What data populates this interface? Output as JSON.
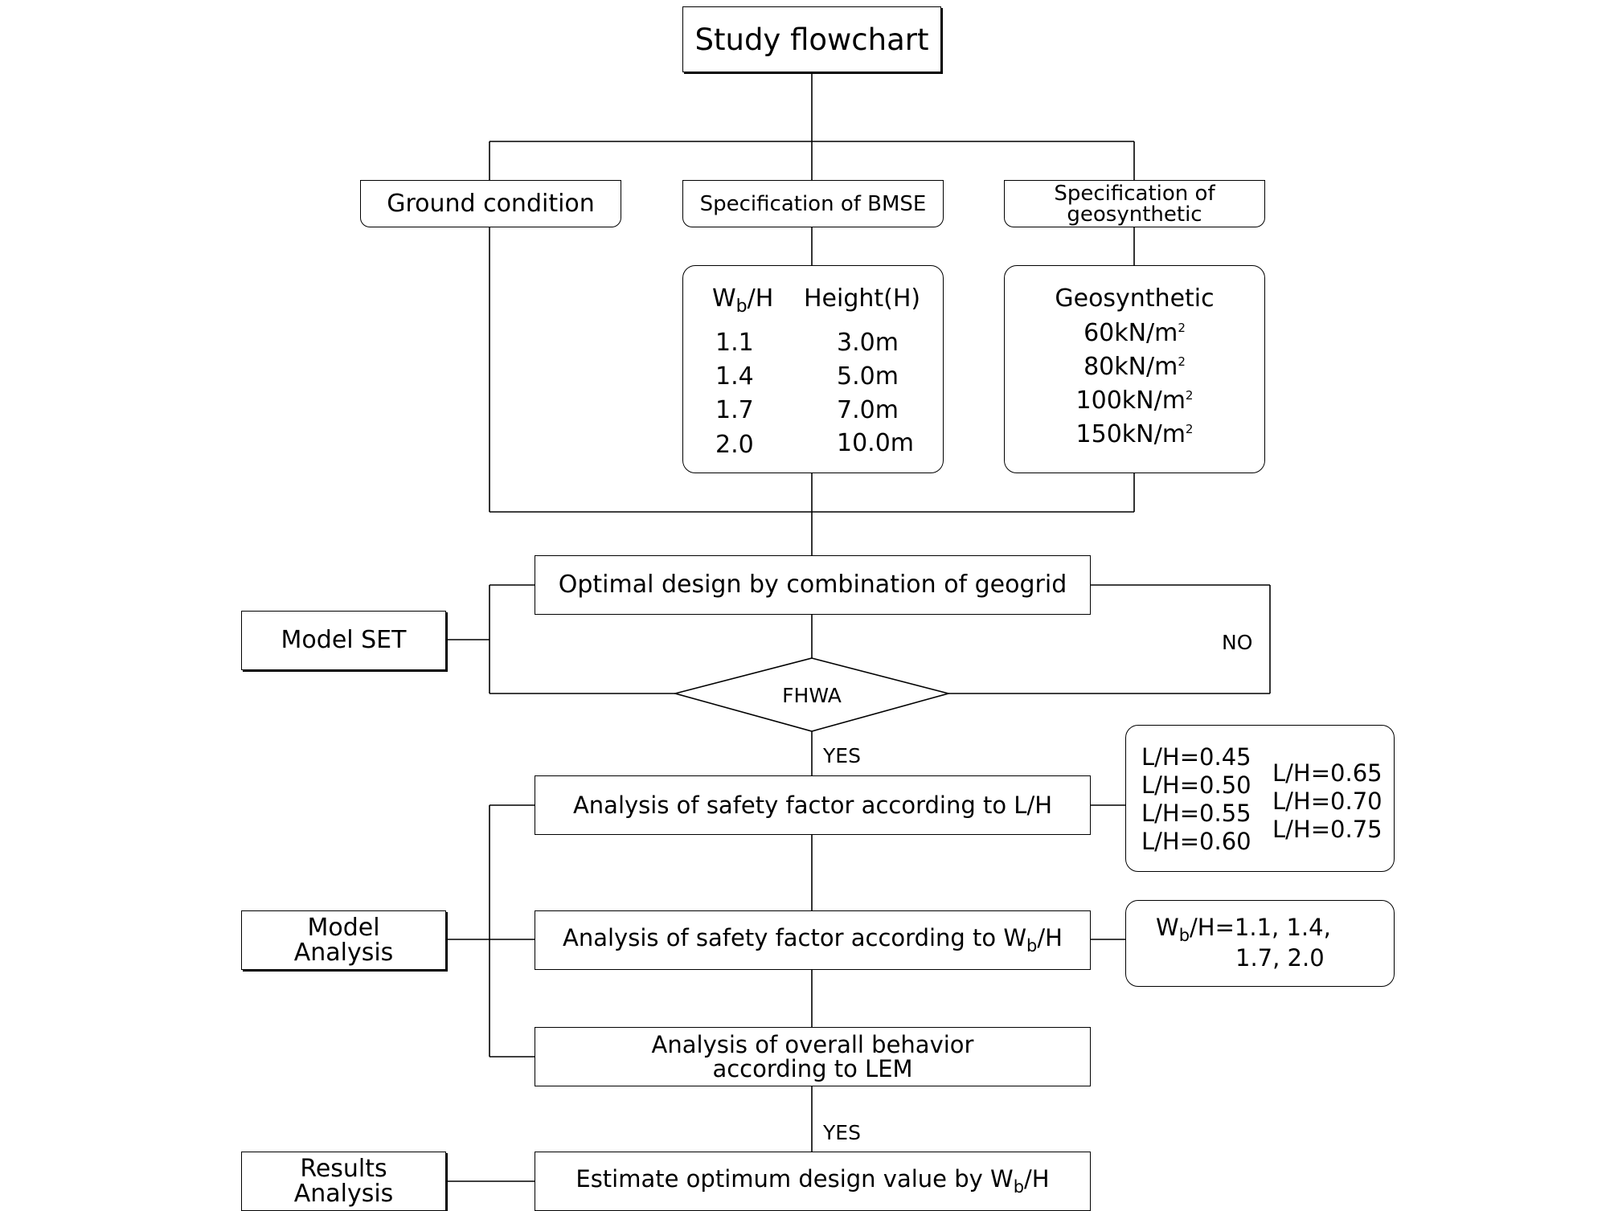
{
  "title": "Study flowchart",
  "inputs": {
    "ground": "Ground condition",
    "bmse": "Specification of BMSE",
    "geo": "Specification of geosynthetic"
  },
  "bmse_detail": {
    "wb_base": "W",
    "wb_sub": "b",
    "wb_tail": "/H",
    "height_header": "Height(H)",
    "ratios": [
      "1.1",
      "1.4",
      "1.7",
      "2.0"
    ],
    "heights": [
      "3.0m",
      "5.0m",
      "7.0m",
      "10.0m"
    ]
  },
  "geo_detail": {
    "header": "Geosynthetic",
    "values": [
      "60kN/m",
      "80kN/m",
      "100kN/m",
      "150kN/m"
    ],
    "unit_sup": "2"
  },
  "optimal_design": "Optimal design by combination of geogrid",
  "decision": "FHWA",
  "no_label": "NO",
  "yes_label": "YES",
  "yes_label_2": "YES",
  "side": {
    "model_set": "Model SET",
    "model_analysis": "Model Analysis",
    "results_analysis": "Results Analysis"
  },
  "analysis_lh": "Analysis of safety factor according to L/H",
  "lh_values_left": [
    "L/H=0.45",
    "L/H=0.50",
    "L/H=0.55",
    "L/H=0.60"
  ],
  "lh_values_right": [
    "L/H=0.65",
    "L/H=0.70",
    "L/H=0.75"
  ],
  "analysis_wb_prefix": "Analysis of safety factor according to W",
  "wb_sub": "b",
  "wb_tail": "/H",
  "wb_values_line1": "=1.1, 1.4,",
  "wb_values_line2": "1.7, 2.0",
  "analysis_lem": "Analysis of overall behavior according to LEM",
  "estimate_prefix": "Estimate optimum design value by W"
}
